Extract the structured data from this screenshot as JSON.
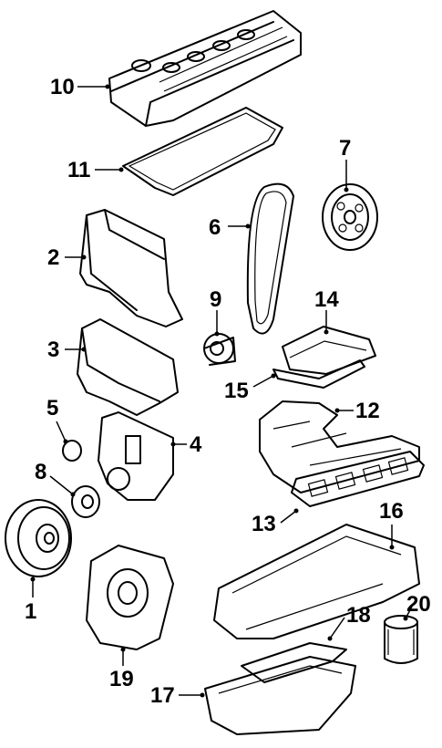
{
  "diagram": {
    "type": "exploded-parts-diagram",
    "colors": {
      "line": "#000000",
      "background": "#ffffff"
    },
    "callouts": [
      {
        "id": "c1",
        "label": "1"
      },
      {
        "id": "c2",
        "label": "2"
      },
      {
        "id": "c3",
        "label": "3"
      },
      {
        "id": "c4",
        "label": "4"
      },
      {
        "id": "c5",
        "label": "5"
      },
      {
        "id": "c6",
        "label": "6"
      },
      {
        "id": "c7",
        "label": "7"
      },
      {
        "id": "c8",
        "label": "8"
      },
      {
        "id": "c9",
        "label": "9"
      },
      {
        "id": "c10",
        "label": "10"
      },
      {
        "id": "c11",
        "label": "11"
      },
      {
        "id": "c12",
        "label": "12"
      },
      {
        "id": "c13",
        "label": "13"
      },
      {
        "id": "c14",
        "label": "14"
      },
      {
        "id": "c15",
        "label": "15"
      },
      {
        "id": "c16",
        "label": "16"
      },
      {
        "id": "c17",
        "label": "17"
      },
      {
        "id": "c18",
        "label": "18"
      },
      {
        "id": "c19",
        "label": "19"
      },
      {
        "id": "c20",
        "label": "20"
      }
    ]
  }
}
